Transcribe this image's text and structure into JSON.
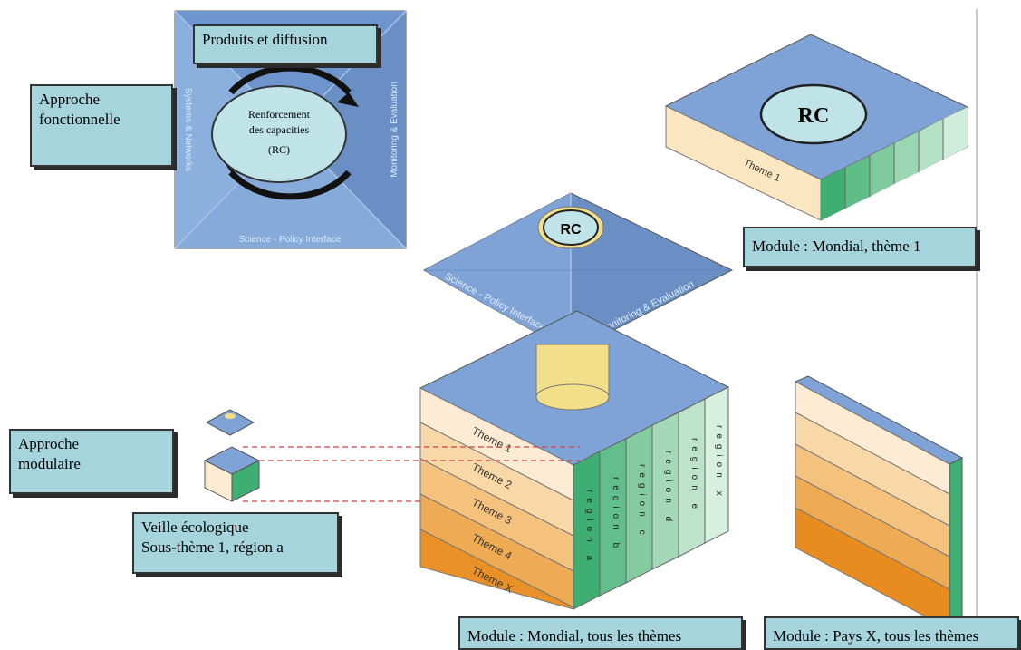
{
  "labels": {
    "approche_fonctionnelle": [
      "Approche",
      "fonctionnelle"
    ],
    "approche_modulaire": [
      "Approche",
      "modulaire"
    ],
    "veille": [
      "Veille écologique",
      "Sous-thème 1, région a"
    ],
    "produits": "Produits et diffusion",
    "module_mondial_theme1": "Module : Mondial, thème 1",
    "module_mondial_tous": "Module : Mondial, tous les thèmes",
    "module_pays": "Module : Pays X, tous les thèmes"
  },
  "pyramid_left": {
    "center_text": [
      "Renforcement",
      "des capacities",
      "(RC)"
    ],
    "faces": {
      "left": "Systems & Networks",
      "right": "Monitoring & Evaluation",
      "bottom": "Science - Policy Interface"
    }
  },
  "roof_center": {
    "badge": "RC",
    "face_left": "Science - Policy Interface",
    "face_right": "Monitoring & Evaluation"
  },
  "slab_right": {
    "badge": "RC",
    "theme_label": "Theme 1"
  },
  "cube": {
    "themes": [
      "Theme 1",
      "Theme 2",
      "Theme 3",
      "Theme 4",
      "Theme X"
    ],
    "regions": [
      "region a",
      "region b",
      "region c",
      "region d",
      "region e",
      "region x"
    ]
  },
  "colors": {
    "blue": "#7fa3d6",
    "blue_dark": "#6a8fc4",
    "label_bg": "#a6d4dc",
    "oval": "#bfe3e6",
    "cylinder": "#f2df8a",
    "green": "#3fae72"
  }
}
